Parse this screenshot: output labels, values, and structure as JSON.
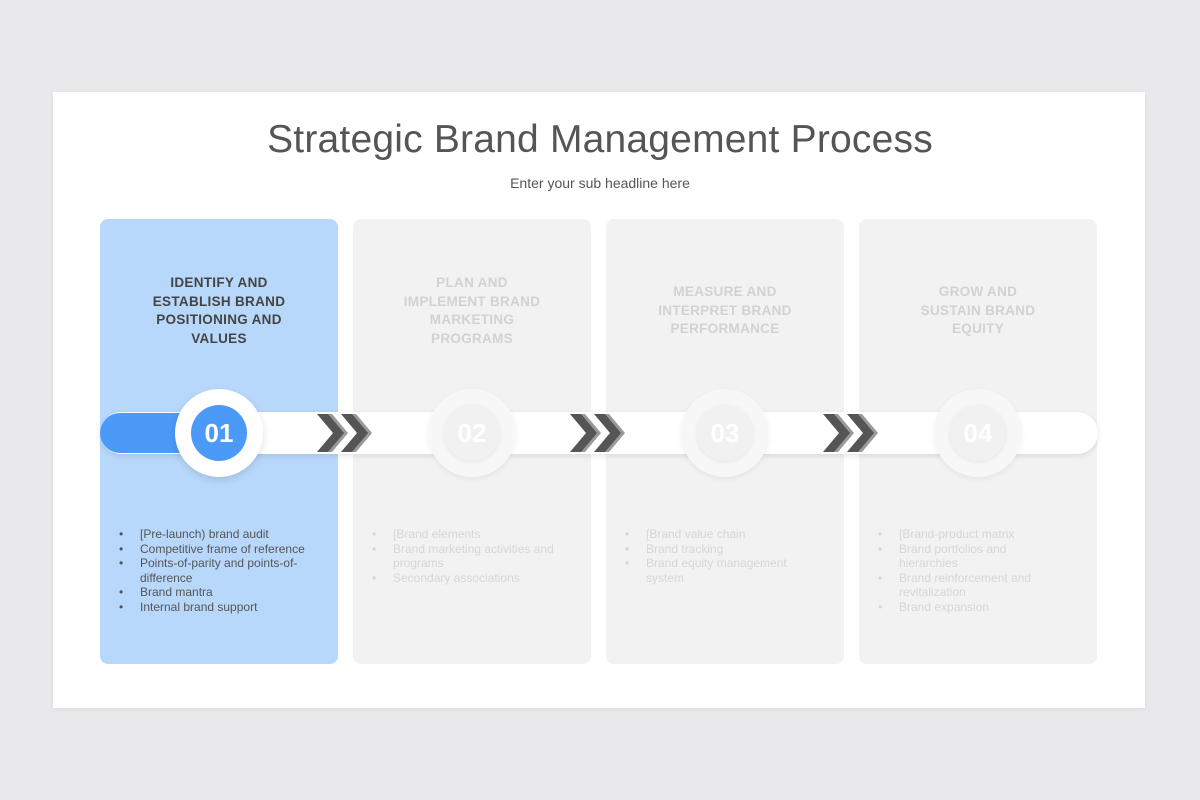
{
  "slide": {
    "title": "Strategic Brand Management Process",
    "subtitle": "Enter your sub headline here"
  },
  "colors": {
    "accent": "#4b9af8",
    "active_card": "#b8d8fb",
    "inactive_card": "#f2f2f2",
    "chevron": "#555555"
  },
  "steps": [
    {
      "number": "01",
      "heading": [
        "IDENTIFY AND",
        "ESTABLISH BRAND",
        "POSITIONING AND",
        "VALUES"
      ],
      "active": true,
      "bullets": [
        [
          "[Pre-launch) brand audit"
        ],
        [
          "Competitive frame of reference"
        ],
        [
          "Points-of-parity and points-of-",
          "difference"
        ],
        [
          "Brand mantra"
        ],
        [
          "Internal brand support"
        ]
      ]
    },
    {
      "number": "02",
      "heading": [
        "PLAN AND",
        "IMPLEMENT BRAND",
        "MARKETING",
        "PROGRAMS"
      ],
      "active": false,
      "bullets": [
        [
          "[Brand elements"
        ],
        [
          "Brand marketing activities and",
          "programs"
        ],
        [
          "Secondary associations"
        ]
      ]
    },
    {
      "number": "03",
      "heading": [
        "MEASURE AND",
        "INTERPRET BRAND",
        "PERFORMANCE"
      ],
      "active": false,
      "bullets": [
        [
          "[Brand value chain"
        ],
        [
          "Brand tracking"
        ],
        [
          "Brand equity management",
          "system"
        ]
      ]
    },
    {
      "number": "04",
      "heading": [
        "GROW AND",
        "SUSTAIN BRAND",
        "EQUITY"
      ],
      "active": false,
      "bullets": [
        [
          "[Brand-product matrix"
        ],
        [
          "Brand portfolios and",
          "hierarchies"
        ],
        [
          "Brand reinforcement and",
          "revitalization"
        ],
        [
          "Brand expansion"
        ]
      ]
    }
  ],
  "icons": {
    "connector": "double-chevron-right-icon"
  }
}
